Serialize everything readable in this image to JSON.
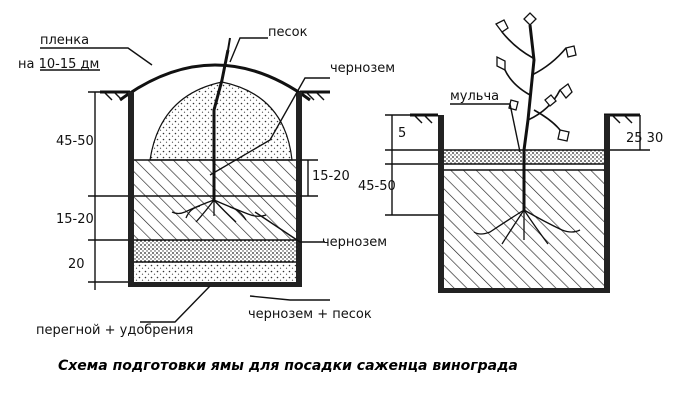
{
  "left_pit": {
    "labels": {
      "film": "пленка",
      "film_size": "на 10-15 дм",
      "sand": "песок",
      "chernozem_top": "чернозем",
      "chernozem_mid": "чернозем",
      "humus": "перегной + удобрения",
      "chernozem_sand": "чернозем + песок"
    },
    "dims": {
      "d1": "45-50",
      "d2": "15-20",
      "d3": "15-20",
      "d4": "20"
    }
  },
  "right_pit": {
    "labels": {
      "mulch": "мульча"
    },
    "dims": {
      "d1": "5",
      "d2": "45-50",
      "d3": "25 30"
    }
  },
  "caption": "Схема  подготовки  ямы для посадки  саженца  винограда"
}
